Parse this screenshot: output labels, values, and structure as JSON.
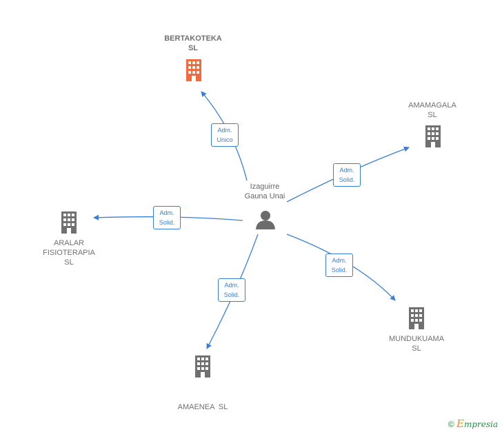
{
  "center": {
    "label_line1": "Izaguirre",
    "label_line2": "Gauna Unai"
  },
  "companies": {
    "bertakoteka": {
      "line1": "BERTAKOTEKA",
      "line2": "SL",
      "color": "#f26a3d"
    },
    "amamagala": {
      "line1": "AMAMAGALA",
      "line2": "SL",
      "color": "#707070"
    },
    "aralar": {
      "line1": "ARALAR",
      "line2": "FISIOTERAPIA",
      "line3": "SL",
      "color": "#707070"
    },
    "mundukuama": {
      "line1": "MUNDUKUAMA",
      "line2": "SL",
      "color": "#707070"
    },
    "amaenea": {
      "line1": "AMAENEA  SL",
      "color": "#707070"
    }
  },
  "relations": {
    "bertakoteka": {
      "line1": "Adm.",
      "line2": "Unico"
    },
    "amamagala": {
      "line1": "Adm.",
      "line2": "Solid."
    },
    "aralar": {
      "line1": "Adm.",
      "line2": "Solid."
    },
    "mundukuama": {
      "line1": "Adm.",
      "line2": "Solid."
    },
    "amaenea": {
      "line1": "Adm.",
      "line2": "Solid."
    }
  },
  "colors": {
    "edge": "#3a7fd5",
    "building": "#707070",
    "highlight": "#f26a3d",
    "person": "#6b6b6b"
  },
  "footer": {
    "copyright_symbol": "©",
    "brand_first": "E",
    "brand_rest": "mpresia"
  }
}
